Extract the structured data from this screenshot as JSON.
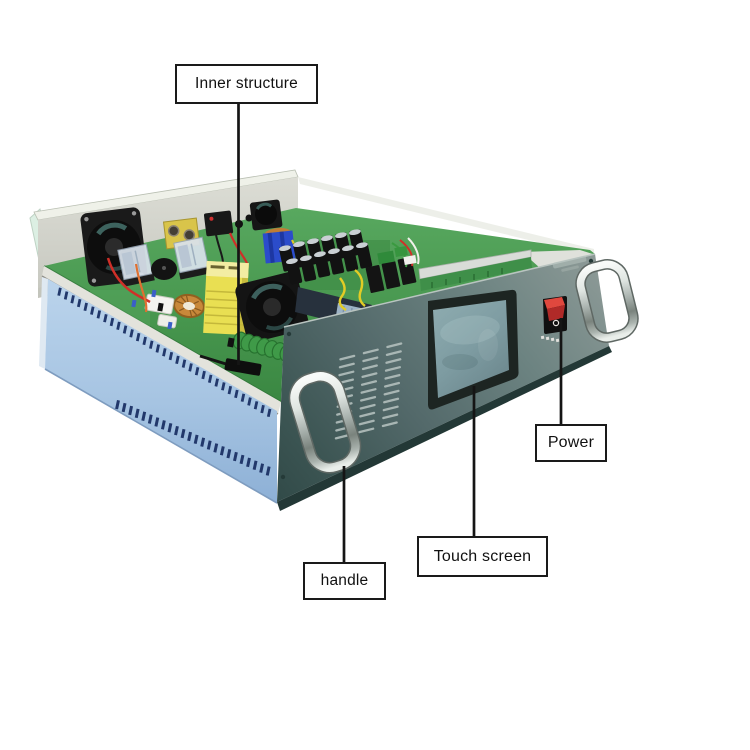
{
  "figure": {
    "description": "Annotated photo of an open-chassis industrial power supply unit",
    "background": "#ffffff"
  },
  "annotations": [
    {
      "id": "inner-structure",
      "label": "Inner structure"
    },
    {
      "id": "power",
      "label": "Power"
    },
    {
      "id": "handle",
      "label": "handle"
    },
    {
      "id": "touch-screen",
      "label": "Touch screen"
    }
  ],
  "device": {
    "power_switch_marking": "O"
  },
  "colors": {
    "background": "#ffffff",
    "label_border": "#1a1a1a",
    "label_text": "#111111",
    "leader_line": "#151515",
    "panel_light": "#8d9a97",
    "panel_mid": "#5d7472",
    "panel_dark": "#314a48",
    "pcb_green": "#46954d",
    "heatsink_strip": "#aac7e4",
    "strip_slot": "#22386b",
    "back_wall": "#d6d6ce",
    "switch_red": "#d9362e",
    "chrome_mid": "#a9b2ae",
    "screen_teal": "#7d9ba1",
    "transformer_yellow": "#e9df52",
    "transformer_blue": "#2b4ccb"
  }
}
